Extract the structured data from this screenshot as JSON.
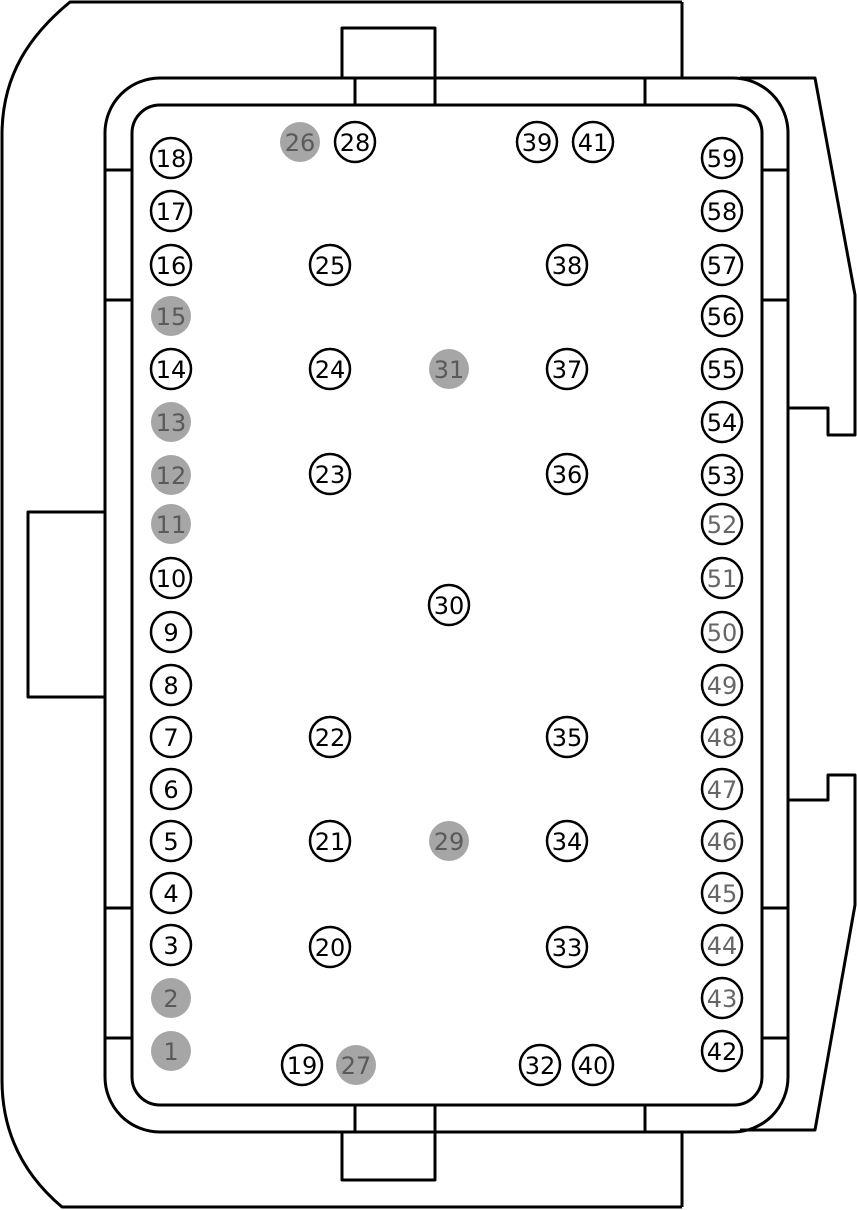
{
  "colors": {
    "outline": "#000000",
    "background": "#ffffff",
    "pin_open_fill": "#ffffff",
    "pin_open_stroke": "#000000",
    "pin_open_text": "#000000",
    "pin_filled_fill": "#a6a6a6",
    "pin_filled_text": "#5a5a5a",
    "pin_outline_gray_text": "#666666"
  },
  "pins": [
    {
      "label": "1",
      "style": "filled"
    },
    {
      "label": "2",
      "style": "filled"
    },
    {
      "label": "3",
      "style": "open"
    },
    {
      "label": "4",
      "style": "open"
    },
    {
      "label": "5",
      "style": "open"
    },
    {
      "label": "6",
      "style": "open"
    },
    {
      "label": "7",
      "style": "open"
    },
    {
      "label": "8",
      "style": "open"
    },
    {
      "label": "9",
      "style": "open"
    },
    {
      "label": "10",
      "style": "open"
    },
    {
      "label": "11",
      "style": "filled"
    },
    {
      "label": "12",
      "style": "filled"
    },
    {
      "label": "13",
      "style": "filled"
    },
    {
      "label": "14",
      "style": "open"
    },
    {
      "label": "15",
      "style": "filled"
    },
    {
      "label": "16",
      "style": "open"
    },
    {
      "label": "17",
      "style": "open"
    },
    {
      "label": "18",
      "style": "open"
    },
    {
      "label": "19",
      "style": "open"
    },
    {
      "label": "20",
      "style": "open"
    },
    {
      "label": "21",
      "style": "open"
    },
    {
      "label": "22",
      "style": "open"
    },
    {
      "label": "23",
      "style": "open"
    },
    {
      "label": "24",
      "style": "open"
    },
    {
      "label": "25",
      "style": "open"
    },
    {
      "label": "26",
      "style": "filled"
    },
    {
      "label": "27",
      "style": "filled"
    },
    {
      "label": "28",
      "style": "open"
    },
    {
      "label": "29",
      "style": "filled"
    },
    {
      "label": "30",
      "style": "open"
    },
    {
      "label": "31",
      "style": "filled"
    },
    {
      "label": "32",
      "style": "open"
    },
    {
      "label": "33",
      "style": "open"
    },
    {
      "label": "34",
      "style": "open"
    },
    {
      "label": "35",
      "style": "open"
    },
    {
      "label": "36",
      "style": "open"
    },
    {
      "label": "37",
      "style": "open"
    },
    {
      "label": "38",
      "style": "open"
    },
    {
      "label": "39",
      "style": "open"
    },
    {
      "label": "40",
      "style": "open"
    },
    {
      "label": "41",
      "style": "open"
    },
    {
      "label": "42",
      "style": "open"
    },
    {
      "label": "43",
      "style": "outline-gray"
    },
    {
      "label": "44",
      "style": "outline-gray"
    },
    {
      "label": "45",
      "style": "outline-gray"
    },
    {
      "label": "46",
      "style": "outline-gray"
    },
    {
      "label": "47",
      "style": "outline-gray"
    },
    {
      "label": "48",
      "style": "outline-gray"
    },
    {
      "label": "49",
      "style": "outline-gray"
    },
    {
      "label": "50",
      "style": "outline-gray"
    },
    {
      "label": "51",
      "style": "outline-gray"
    },
    {
      "label": "52",
      "style": "outline-gray"
    },
    {
      "label": "53",
      "style": "open"
    },
    {
      "label": "54",
      "style": "open"
    },
    {
      "label": "55",
      "style": "open"
    },
    {
      "label": "56",
      "style": "open"
    },
    {
      "label": "57",
      "style": "open"
    },
    {
      "label": "58",
      "style": "open"
    },
    {
      "label": "59",
      "style": "open"
    }
  ]
}
